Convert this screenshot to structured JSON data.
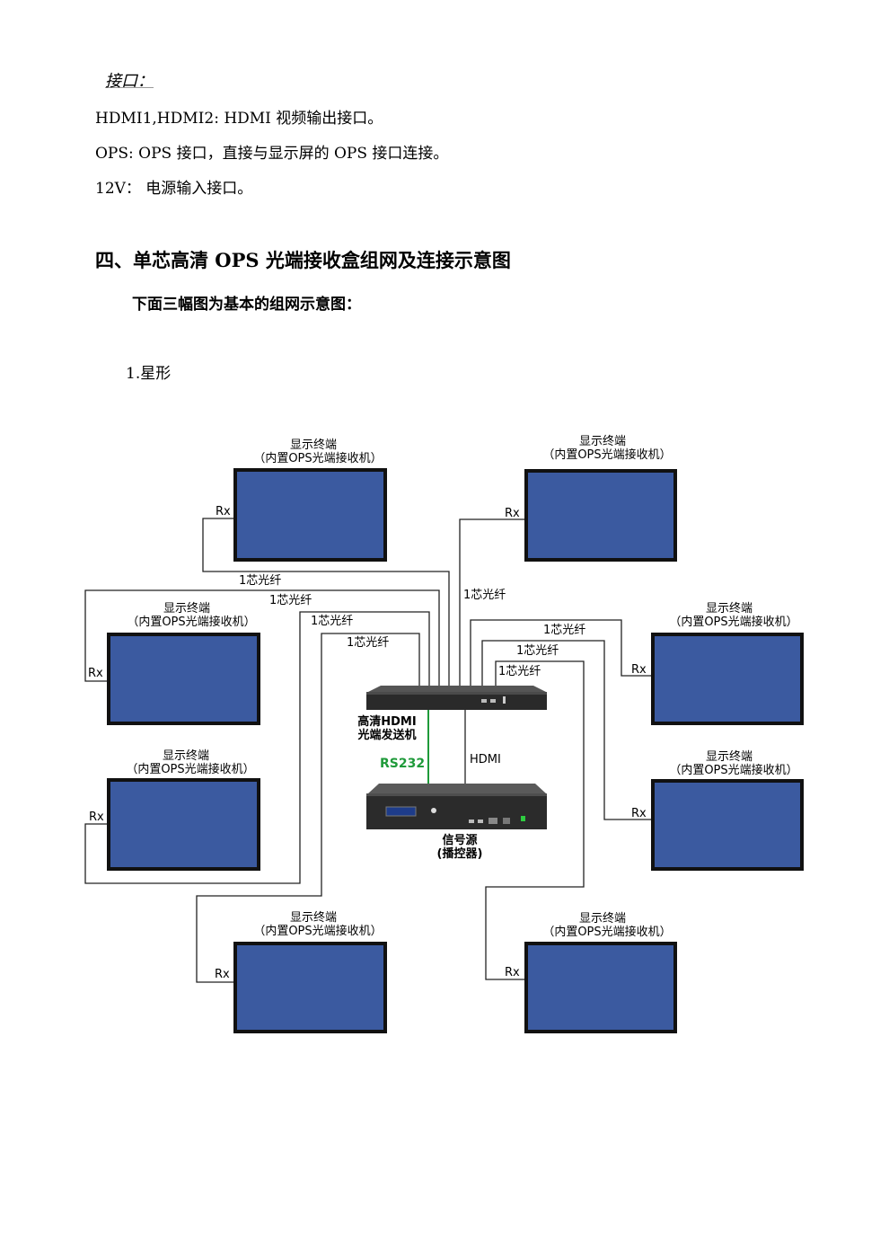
{
  "text": {
    "interface_heading": "接口：",
    "lines": [
      "HDMI1,HDMI2: HDMI 视频输出接口。",
      "OPS: OPS 接口，直接与显示屏的 OPS 接口连接。",
      "12V：  电源输入接口。"
    ],
    "section_title": "四、单芯高清 OPS 光端接收盒组网及连接示意图",
    "subtitle": "下面三幅图为基本的组网示意图：",
    "item_heading": "1.星形"
  },
  "diagram": {
    "terminal_title": "显示终端",
    "terminal_subtitle": "（内置OPS光端接收机）",
    "rx_label": "Rx",
    "fiber_label": "1芯光纤",
    "transmitter_label_1": "高清HDMI",
    "transmitter_label_2": "光端发送机",
    "rs232_label": "RS232",
    "hdmi_label": "HDMI",
    "source_label_1": "信号源",
    "source_label_2": "(播控器)"
  },
  "colors": {
    "screen_fill": "#3b5aa0",
    "screen_border": "#111111",
    "rs232_line": "#1f9a3a",
    "wire": "#222222"
  }
}
